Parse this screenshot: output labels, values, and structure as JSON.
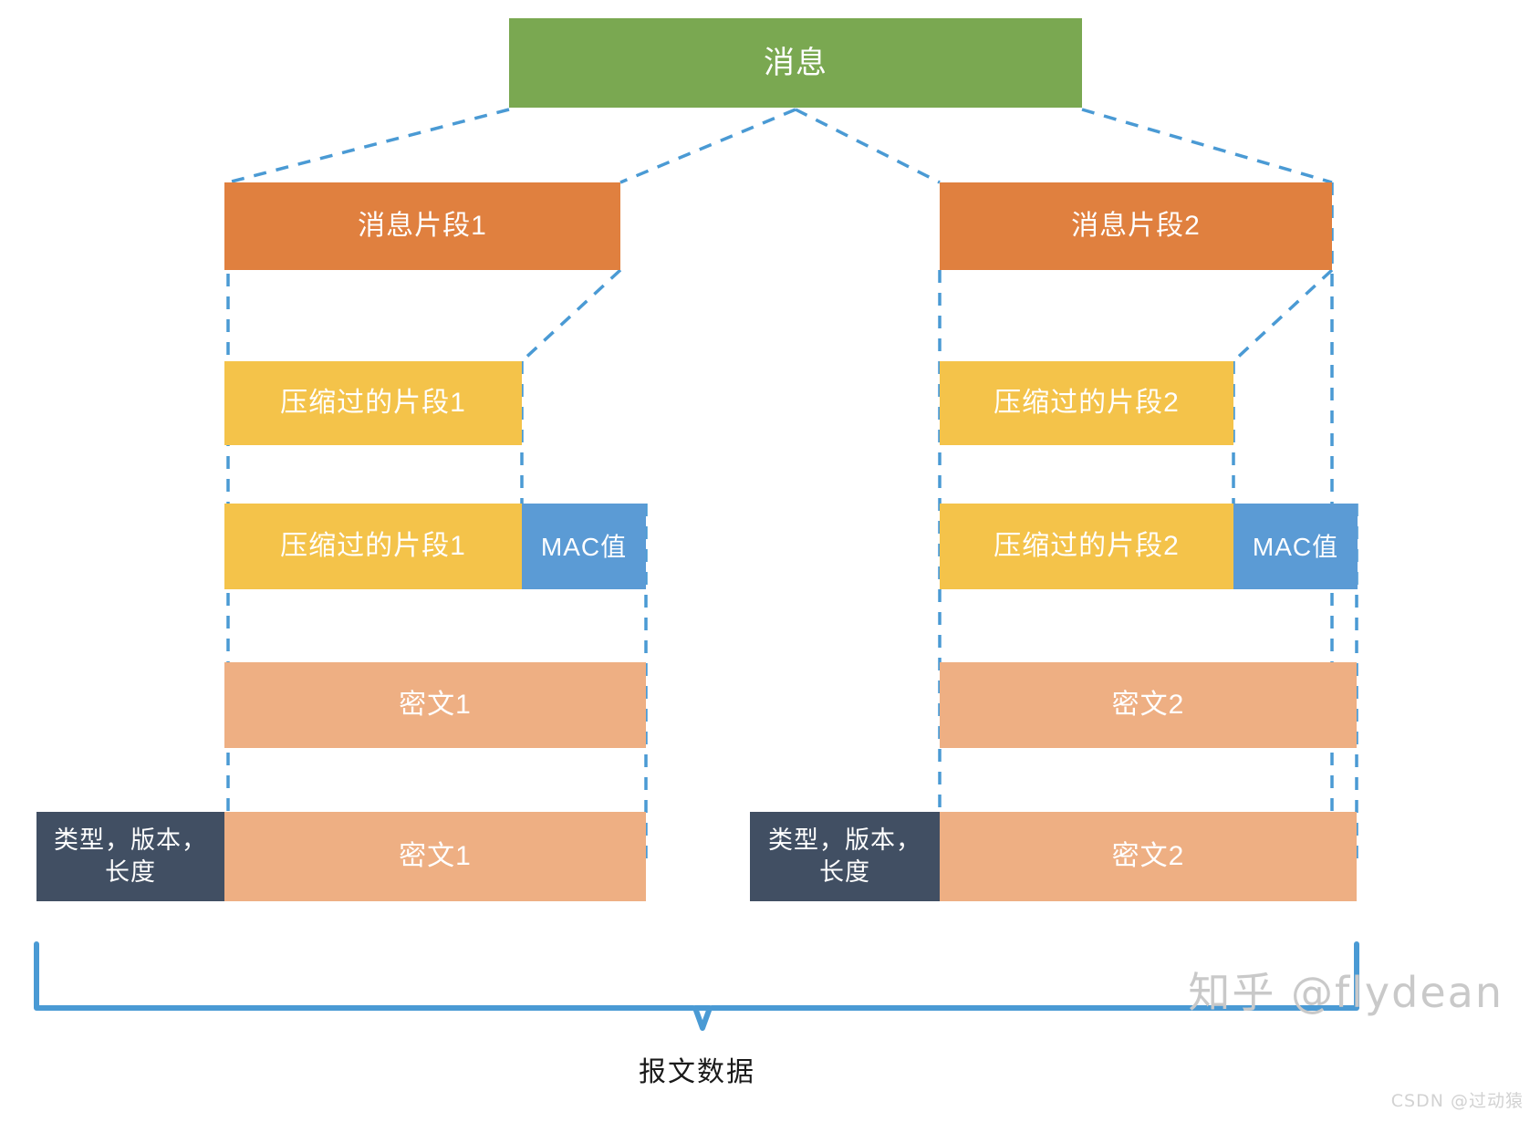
{
  "diagram": {
    "title_box": {
      "label": "消息",
      "color": "#7aa851"
    },
    "caption": "报文数据",
    "colors": {
      "message": "#7aa851",
      "fragment": "#e0803f",
      "compressed": "#f4c34a",
      "mac": "#5b9bd5",
      "ciphertext": "#eeaf83",
      "header": "#414f63",
      "connector": "#4a9ad4",
      "bracket": "#4a9ad4"
    },
    "columns": [
      {
        "id": "left",
        "fragment": {
          "label": "消息片段1",
          "color": "#e0803f"
        },
        "compressed": {
          "label": "压缩过的片段1",
          "color": "#f4c34a"
        },
        "mac_row": {
          "compressed_label": "压缩过的片段1",
          "mac_label": "MAC值",
          "compressed_color": "#f4c34a",
          "mac_color": "#5b9bd5"
        },
        "ciphertext": {
          "label": "密文1",
          "color": "#eeaf83"
        },
        "record": {
          "header_label": "类型，版本，\n长度",
          "header_color": "#414f63",
          "payload_label": "密文1",
          "payload_color": "#eeaf83"
        }
      },
      {
        "id": "right",
        "fragment": {
          "label": "消息片段2",
          "color": "#e0803f"
        },
        "compressed": {
          "label": "压缩过的片段2",
          "color": "#f4c34a"
        },
        "mac_row": {
          "compressed_label": "压缩过的片段2",
          "mac_label": "MAC值",
          "compressed_color": "#f4c34a",
          "mac_color": "#5b9bd5"
        },
        "ciphertext": {
          "label": "密文2",
          "color": "#eeaf83"
        },
        "record": {
          "header_label": "类型，版本，\n长度",
          "header_color": "#414f63",
          "payload_label": "密文2",
          "payload_color": "#eeaf83"
        }
      }
    ]
  },
  "watermarks": {
    "zhihu": "知乎 @flydean",
    "csdn": "CSDN @过动猿"
  }
}
